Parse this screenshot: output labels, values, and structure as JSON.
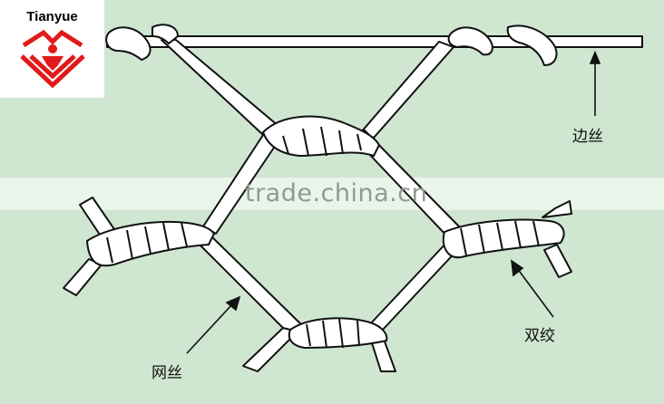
{
  "logo": {
    "text": "Tianyue",
    "mark_color": "#e01a1a"
  },
  "watermark": {
    "text": "trade.china.cn"
  },
  "labels": {
    "edge_wire": "边丝",
    "double_twist": "双绞",
    "mesh_wire": "网丝"
  },
  "colors": {
    "background": "#cfe6d1",
    "wire_fill": "#ffffff",
    "wire_stroke": "#111111"
  }
}
